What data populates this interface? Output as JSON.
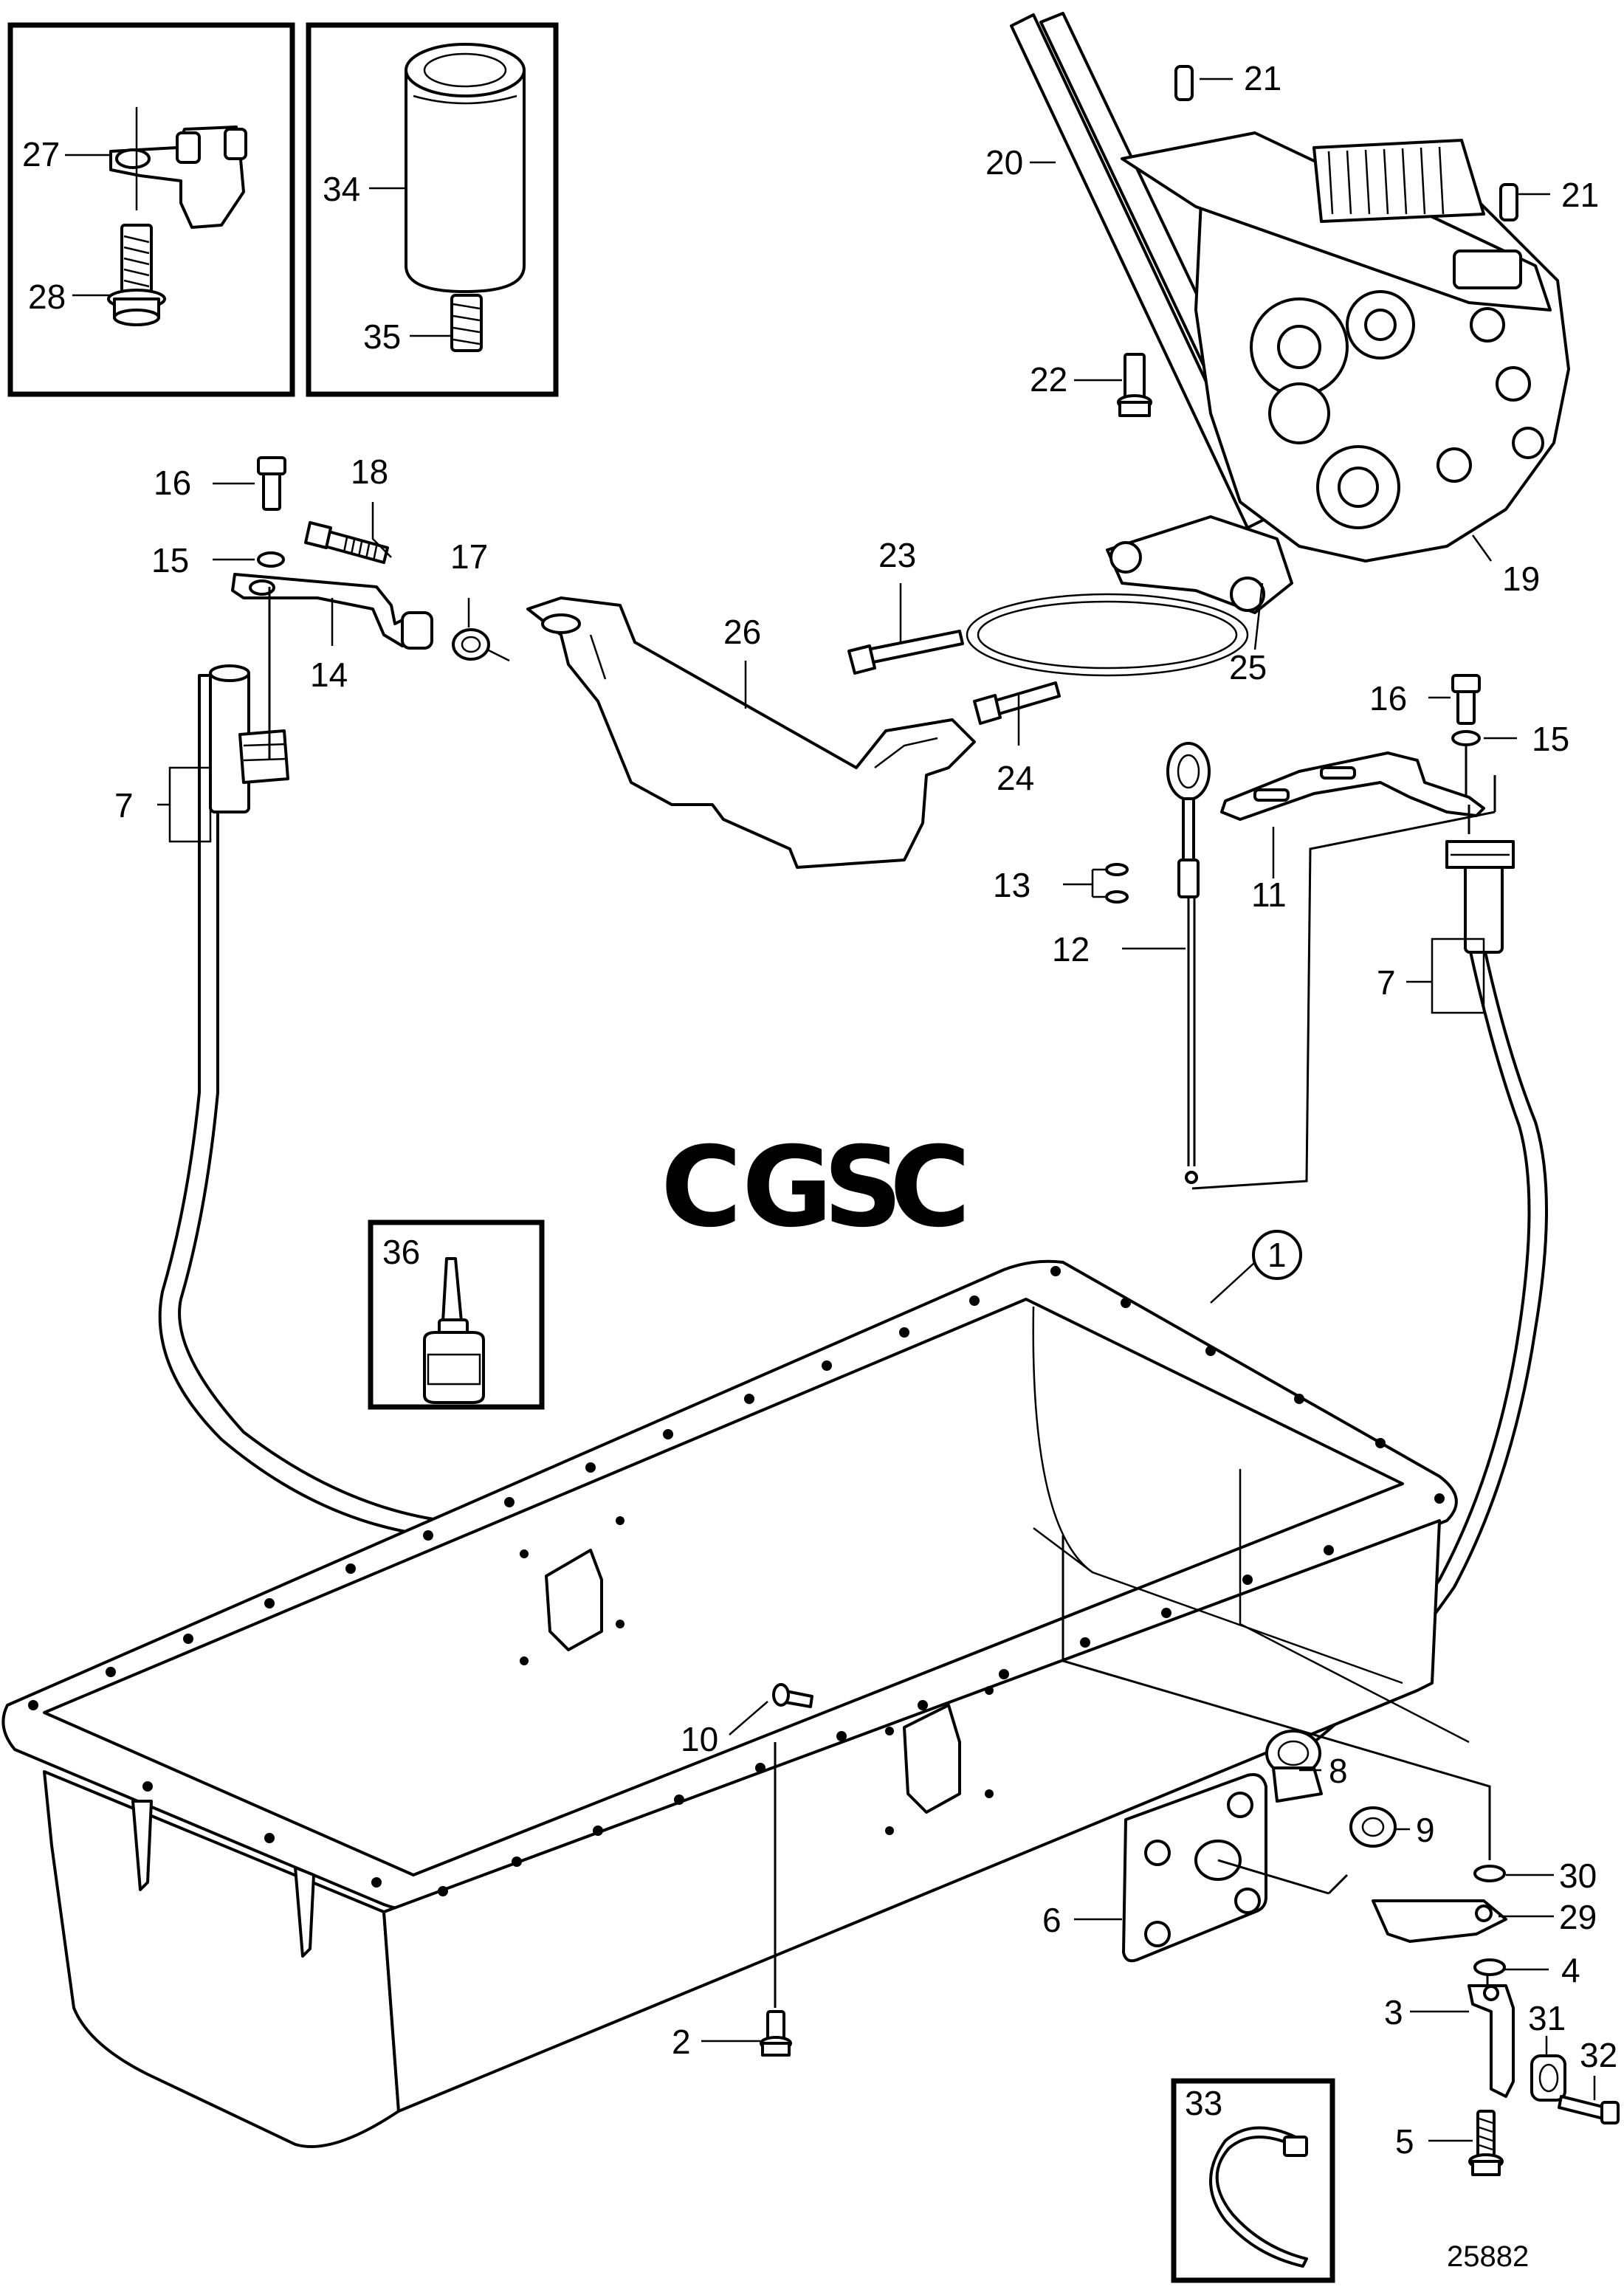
{
  "diagram": {
    "drawing_number": "25882",
    "watermark": {
      "letters": [
        "C",
        "G",
        "S",
        "C"
      ],
      "colors": [
        "#4a86e8",
        "#e06666",
        "#f1c232",
        "#6aa84f"
      ]
    },
    "callouts": {
      "c1": "1",
      "c2": "2",
      "c3": "3",
      "c4": "4",
      "c5": "5",
      "c6": "6",
      "c7a": "7",
      "c7b": "7",
      "c8": "8",
      "c9": "9",
      "c10": "10",
      "c11": "11",
      "c12": "12",
      "c13": "13",
      "c14": "14",
      "c15a": "15",
      "c15b": "15",
      "c16a": "16",
      "c16b": "16",
      "c17": "17",
      "c18": "18",
      "c19": "19",
      "c20": "20",
      "c21a": "21",
      "c21b": "21",
      "c22": "22",
      "c23": "23",
      "c24": "24",
      "c25": "25",
      "c26": "26",
      "c27": "27",
      "c28": "28",
      "c29": "29",
      "c30": "30",
      "c31": "31",
      "c32": "32",
      "c33": "33",
      "c34": "34",
      "c35": "35",
      "c36": "36"
    }
  }
}
